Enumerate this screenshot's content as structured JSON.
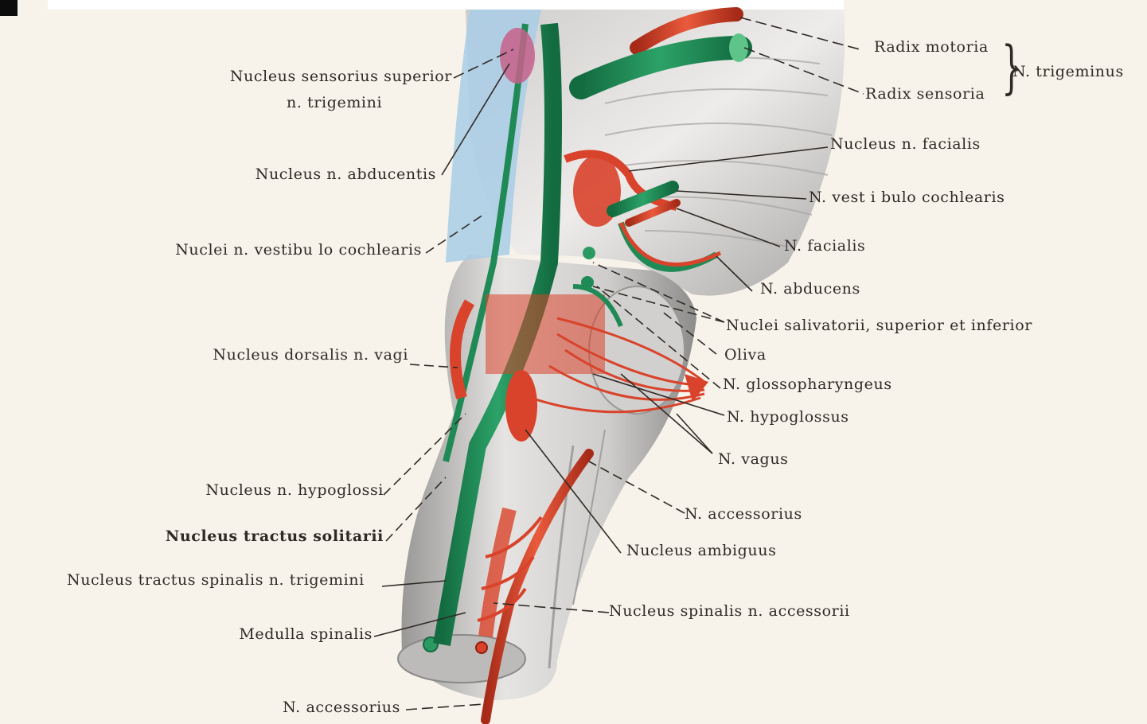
{
  "labels": {
    "radix_motoria": "Radix motoria",
    "radix_sensoria": "Radix sensoria",
    "n_trigeminus": "N. trigeminus",
    "nucleus_sensorius_superior_1": "Nucleus sensorius superior",
    "nucleus_sensorius_superior_2": "n. trigemini",
    "nucleus_n_facialis": "Nucleus n. facialis",
    "nucleus_n_abducentis": "Nucleus n. abducentis",
    "n_vestibulocochlearis": "N. vest i bulo cochlearis",
    "nuclei_n_vestibulo_cochlearis": "Nuclei n. vestibu lo cochlearis",
    "n_facialis": "N. facialis",
    "n_abducens": "N. abducens",
    "nuclei_salivatorii": "Nuclei salivatorii, superior et inferior",
    "oliva": "Oliva",
    "nucleus_dorsalis_n_vagi": "Nucleus dorsalis n. vagi",
    "n_glossopharyngeus": "N. glossopharyngeus",
    "n_hypoglossus": "N. hypoglossus",
    "n_vagus": "N. vagus",
    "nucleus_n_hypoglossi": "Nucleus n. hypoglossi",
    "n_accessorius_right": "N. accessorius",
    "nucleus_tractus_solitarii": "Nucleus tractus solitarii",
    "nucleus_ambiguus": "Nucleus ambiguus",
    "nucleus_tractus_spinalis": "Nucleus tractus spinalis n. trigemini",
    "nucleus_spinalis_n_accessorii": "Nucleus spinalis n. accessorii",
    "medulla_spinalis": "Medulla spinalis",
    "n_accessorius_bottom": "N. accessorius"
  },
  "colors": {
    "background": "#f7f3ea",
    "brainstem": "#d8d6d4",
    "motor_nuclei": "#d9432b",
    "sensory_nuclei": "#1f8a55",
    "ventricle": "#a9cde6"
  }
}
